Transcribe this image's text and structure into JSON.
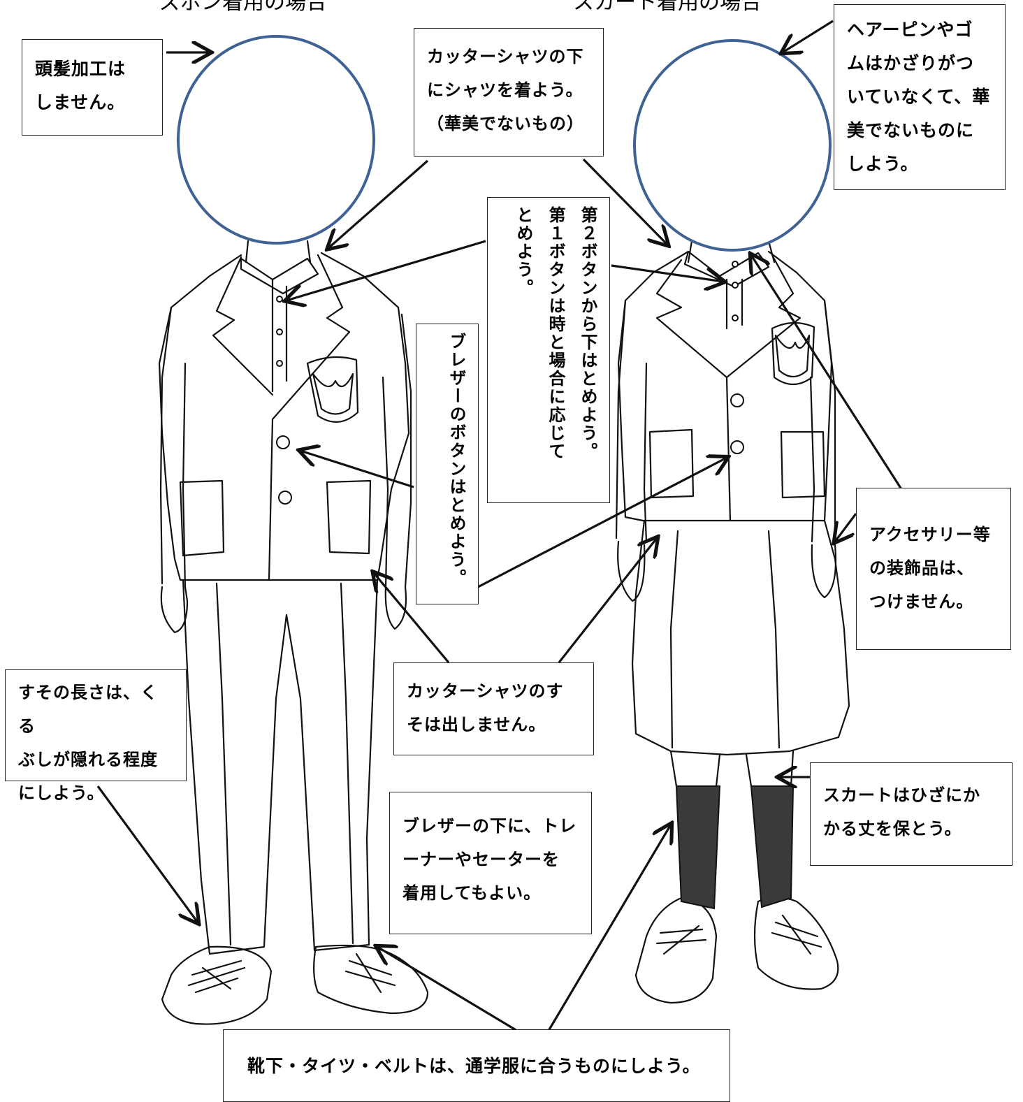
{
  "headings": {
    "left": "ズボン着用の場合",
    "right": "スカート着用の場合"
  },
  "notes": {
    "hair_processing": "頭髪加工は\nしません。",
    "undershirt": "カッターシャツの下\nにシャツを着よう。\n（華美でないもの）",
    "hairpin": "ヘアーピンやゴ\nムはかざりがつ\nいていなくて、華\n美でないものに\nしよう。",
    "buttons_shirt": "第２ボタンから下はとめよう。\n第１ボタンは時と場合に応じて\nとめよう。",
    "blazer_buttons": "ブレザーのボタンはとめよう。",
    "accessories": "アクセサリー等\nの装飾品は、\nつけません。",
    "trouser_length": "すその長さは、くる\nぶしが隠れる程度\nにしよう。",
    "shirt_hem": "カッターシャツのす\nそは出しません。",
    "skirt_length": "スカートはひざにか\nかる丈を保とう。",
    "under_blazer": "ブレザーの下に、トレ\nーナーやセーターを\n着用してもよい。",
    "socks_belt": "靴下・タイツ・ベルトは、通学服に合うものにしよう。"
  },
  "colors": {
    "face_circle": "#3f6294",
    "socks": "#3a3a3a",
    "line": "#111111"
  }
}
